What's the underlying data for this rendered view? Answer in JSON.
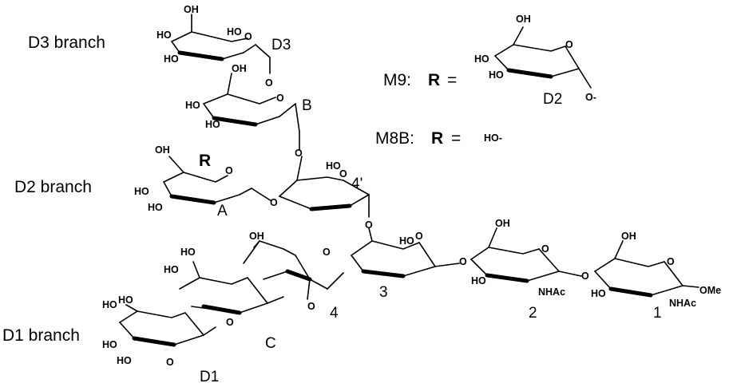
{
  "branches": {
    "d3": "D3 branch",
    "d2": "D2 branch",
    "d1": "D1 branch"
  },
  "rings": {
    "d3": "D3",
    "b": "B",
    "four_prime": "4'",
    "a": "A",
    "four": "4",
    "three": "3",
    "two": "2",
    "one": "1",
    "c": "C",
    "d1": "D1",
    "d2": "D2"
  },
  "legend": {
    "m9_label": "M9:",
    "m8b_label": "M8B:",
    "r_symbol": "R",
    "equals": "=",
    "m8b_value": "HO-",
    "d2_linkage": "O-"
  },
  "atoms": {
    "oh": "OH",
    "ho": "HO",
    "o": "O",
    "nhac": "NHAc",
    "ome": "OMe",
    "r": "R"
  }
}
